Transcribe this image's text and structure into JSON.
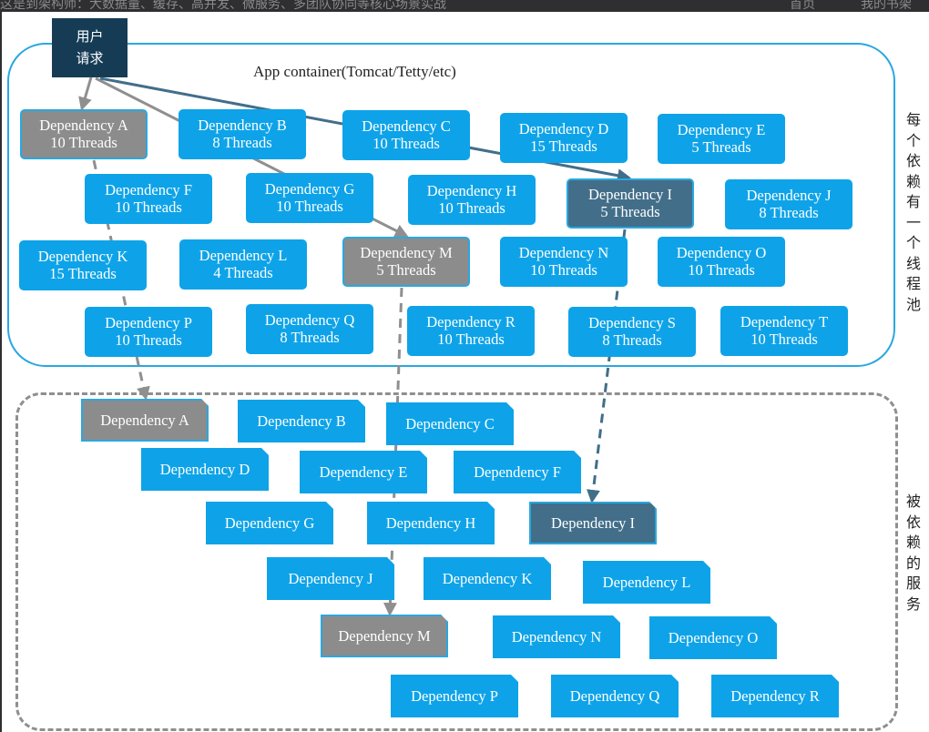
{
  "top_bar_text": "这是到架构师：大数据量、缓存、高并发、微服务、多团队协同等核心场景实战",
  "top_bar_nav": [
    "首页",
    "我的书架"
  ],
  "user_request": [
    "用户",
    "请求"
  ],
  "app_container_title": "App container(Tomcat/Tetty/etc)",
  "side_label_pools": "每个依赖有一个线程池",
  "side_label_services": "被依赖的服务",
  "colors": {
    "normal": "#0ea3e8",
    "grey": "#8c8c8c",
    "dark": "#426e89",
    "request": "#163c55",
    "container": "#29a8e0"
  },
  "pools": [
    {
      "name": "Dependency A",
      "threads": "10 Threads",
      "style": "grey"
    },
    {
      "name": "Dependency B",
      "threads": "8 Threads",
      "style": "normal"
    },
    {
      "name": "Dependency C",
      "threads": "10 Threads",
      "style": "normal"
    },
    {
      "name": "Dependency D",
      "threads": "15 Threads",
      "style": "normal"
    },
    {
      "name": "Dependency E",
      "threads": "5 Threads",
      "style": "normal"
    },
    {
      "name": "Dependency F",
      "threads": "10 Threads",
      "style": "normal"
    },
    {
      "name": "Dependency G",
      "threads": "10 Threads",
      "style": "normal"
    },
    {
      "name": "Dependency H",
      "threads": "10 Threads",
      "style": "normal"
    },
    {
      "name": "Dependency I",
      "threads": "5 Threads",
      "style": "dark"
    },
    {
      "name": "Dependency J",
      "threads": "8 Threads",
      "style": "normal"
    },
    {
      "name": "Dependency K",
      "threads": "15 Threads",
      "style": "normal"
    },
    {
      "name": "Dependency L",
      "threads": "4 Threads",
      "style": "normal"
    },
    {
      "name": "Dependency M",
      "threads": "5 Threads",
      "style": "grey"
    },
    {
      "name": "Dependency N",
      "threads": "10 Threads",
      "style": "normal"
    },
    {
      "name": "Dependency O",
      "threads": "10 Threads",
      "style": "normal"
    },
    {
      "name": "Dependency P",
      "threads": "10 Threads",
      "style": "normal"
    },
    {
      "name": "Dependency Q",
      "threads": "8 Threads",
      "style": "normal"
    },
    {
      "name": "Dependency R",
      "threads": "10 Threads",
      "style": "normal"
    },
    {
      "name": "Dependency S",
      "threads": "8 Threads",
      "style": "normal"
    },
    {
      "name": "Dependency T",
      "threads": "10 Threads",
      "style": "normal"
    }
  ],
  "services": [
    {
      "name": "Dependency A",
      "style": "grey"
    },
    {
      "name": "Dependency B",
      "style": "normal"
    },
    {
      "name": "Dependency C",
      "style": "normal"
    },
    {
      "name": "Dependency D",
      "style": "normal"
    },
    {
      "name": "Dependency E",
      "style": "normal"
    },
    {
      "name": "Dependency F",
      "style": "normal"
    },
    {
      "name": "Dependency G",
      "style": "normal"
    },
    {
      "name": "Dependency H",
      "style": "normal"
    },
    {
      "name": "Dependency I",
      "style": "dark"
    },
    {
      "name": "Dependency J",
      "style": "normal"
    },
    {
      "name": "Dependency K",
      "style": "normal"
    },
    {
      "name": "Dependency L",
      "style": "normal"
    },
    {
      "name": "Dependency M",
      "style": "grey"
    },
    {
      "name": "Dependency N",
      "style": "normal"
    },
    {
      "name": "Dependency O",
      "style": "normal"
    },
    {
      "name": "Dependency P",
      "style": "normal"
    },
    {
      "name": "Dependency Q",
      "style": "normal"
    },
    {
      "name": "Dependency R",
      "style": "normal"
    }
  ],
  "request_edges": [
    {
      "from": "user-request",
      "to": "pool-a"
    },
    {
      "from": "user-request",
      "to": "pool-m"
    },
    {
      "from": "user-request",
      "to": "pool-i"
    }
  ],
  "pool_to_service_edges": [
    {
      "from": "pool-a",
      "to": "service-a"
    },
    {
      "from": "pool-m",
      "to": "service-m"
    },
    {
      "from": "pool-i",
      "to": "service-i"
    }
  ]
}
